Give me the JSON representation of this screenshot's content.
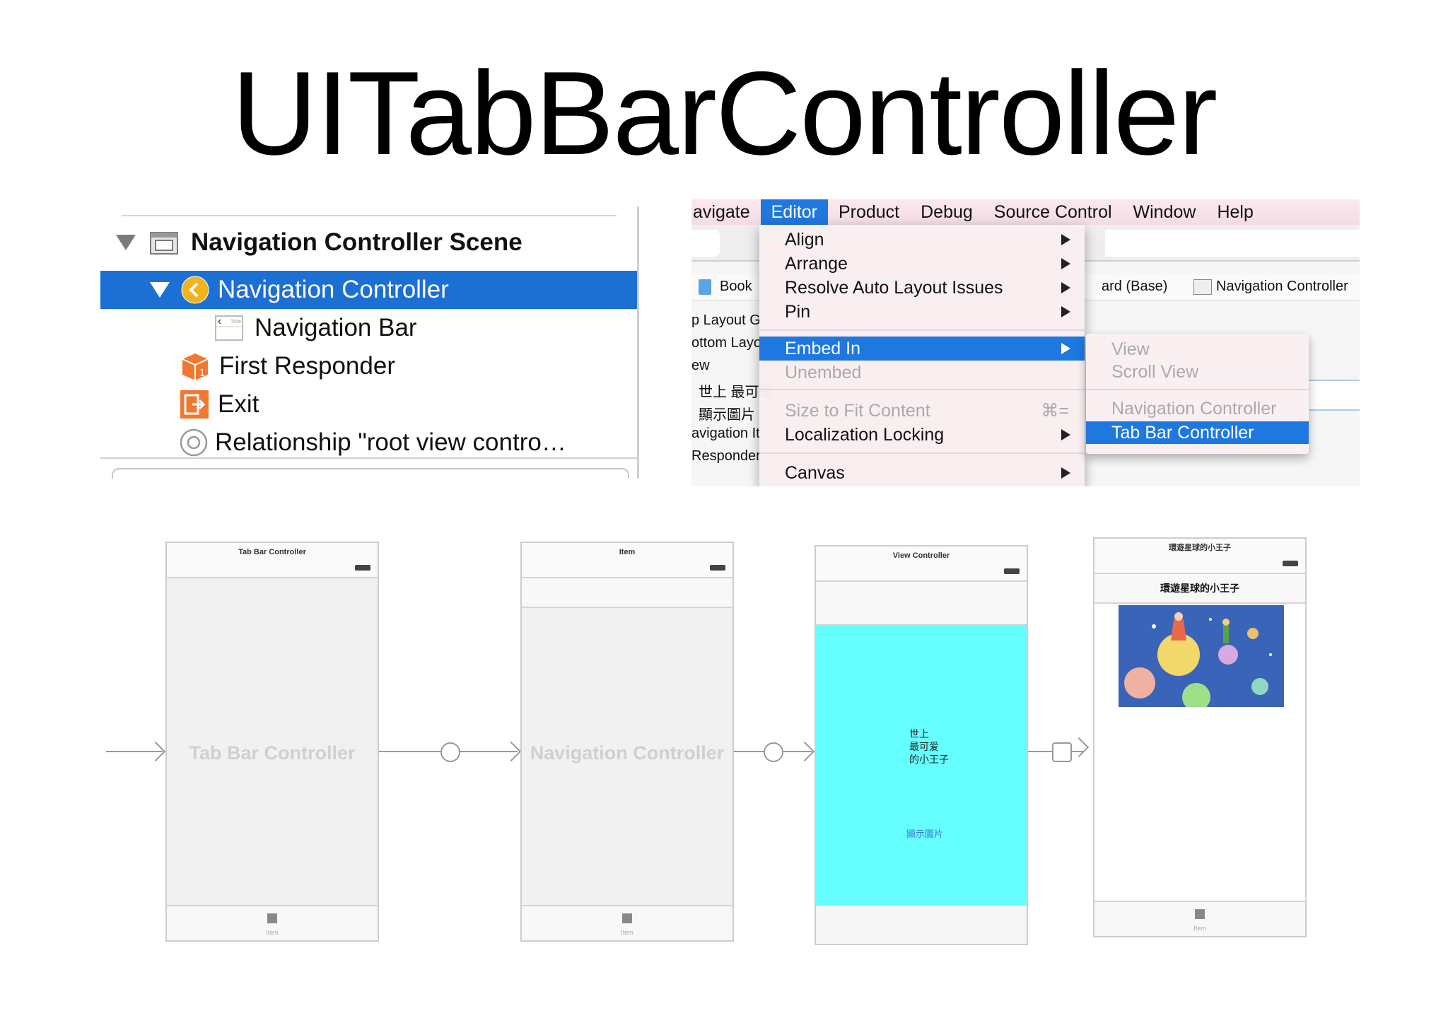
{
  "title": "UITabBarController",
  "outline": {
    "scene_label": "Navigation Controller Scene",
    "rows": [
      {
        "label": "Navigation Controller"
      },
      {
        "label": "Navigation Bar"
      },
      {
        "label": "First Responder"
      },
      {
        "label": "Exit"
      },
      {
        "label": "Relationship \"root view contro…"
      }
    ],
    "nav_bar_icon_text": "Title",
    "first_responder_icon_text": "1"
  },
  "menubar": {
    "items": [
      "avigate",
      "Editor",
      "Product",
      "Debug",
      "Source Control",
      "Window",
      "Help"
    ]
  },
  "background_text": {
    "book": "Book",
    "lines": [
      "p Layout G",
      "ottom Layo",
      "ew",
      "世上 最可爱",
      "顯示圖片",
      "avigation It",
      "Responder"
    ],
    "breadcrumb_1": "ard (Base)",
    "breadcrumb_2": "Navigation Controller"
  },
  "editor_menu": {
    "items": [
      {
        "label": "Align"
      },
      {
        "label": "Arrange"
      },
      {
        "label": "Resolve Auto Layout Issues"
      },
      {
        "label": "Pin"
      },
      {
        "label": "Embed In"
      },
      {
        "label": "Unembed"
      },
      {
        "label": "Size to Fit Content",
        "shortcut": "⌘="
      },
      {
        "label": "Localization Locking"
      },
      {
        "label": "Canvas"
      }
    ]
  },
  "embed_submenu": {
    "items": [
      {
        "label": "View"
      },
      {
        "label": "Scroll View"
      },
      {
        "label": "Navigation Controller"
      },
      {
        "label": "Tab Bar Controller"
      }
    ]
  },
  "storyboard": {
    "tab_bar_controller": {
      "header": "Tab Bar Controller",
      "placeholder": "Tab Bar Controller",
      "tab_label": "Item"
    },
    "navigation_controller": {
      "header": "Item",
      "placeholder": "Navigation Controller",
      "tab_label": "Item"
    },
    "view_controller": {
      "header": "View Controller",
      "text_line1": "世上",
      "text_line2": "最可爱",
      "text_line3": "的小王子",
      "button": "顯示圖片",
      "bg_color": "#66ffff"
    },
    "detail": {
      "header": "環遊星球的小王子",
      "nav_title": "環遊星球的小王子",
      "tab_label": "Item"
    }
  },
  "colors": {
    "selection": "#1c6fd3",
    "menu_highlight": "#1e78e0",
    "exit_icon": "#f07830",
    "nav_icon": "#f3b31c"
  }
}
